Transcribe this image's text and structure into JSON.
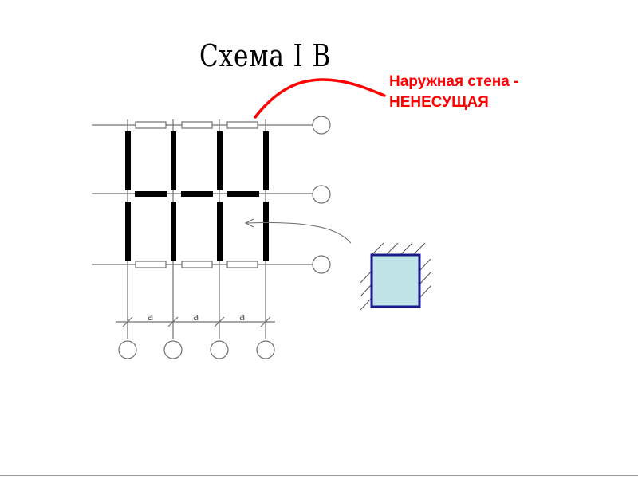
{
  "title": "Схема I В",
  "callout": {
    "line1": "Наружная стена -",
    "line2": "НЕНЕСУЩАЯ"
  },
  "span_label": "a",
  "colors": {
    "callout": "#ff0000",
    "wall": "#000000",
    "column_fill": "#bfe3e6",
    "column_stroke": "#1a1a8c"
  }
}
